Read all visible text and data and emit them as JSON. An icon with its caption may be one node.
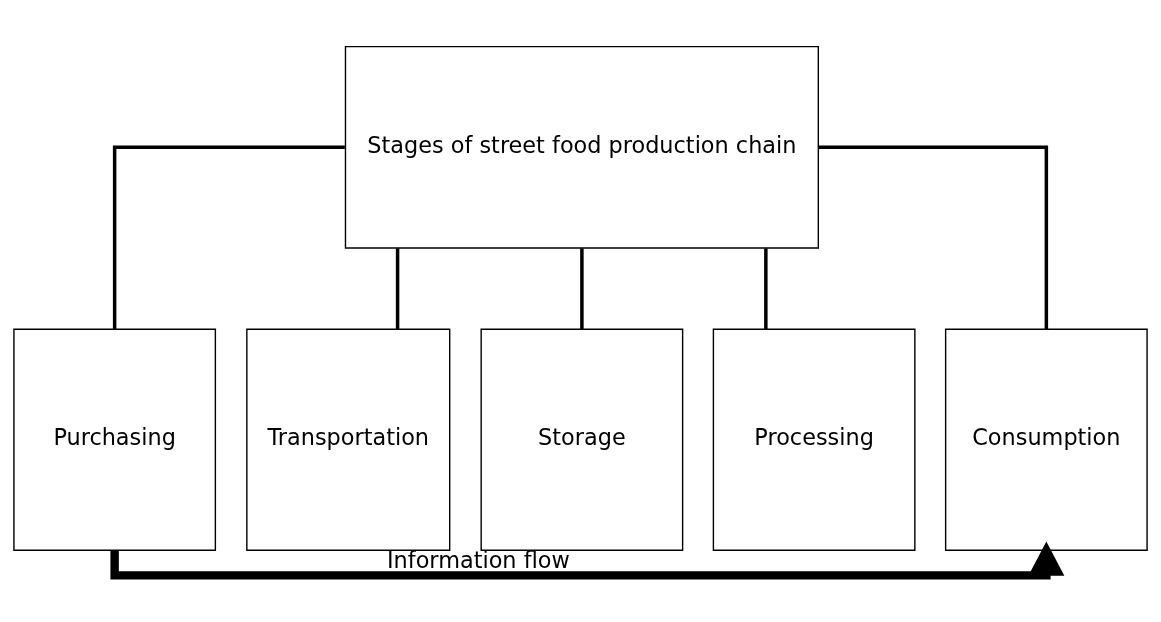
{
  "diagram": {
    "nodes": [
      {
        "text": [
          "Stages of street food production chain"
        ]
      },
      {
        "text": [
          "Purchasing"
        ]
      },
      {
        "text": [
          "Transportation"
        ]
      },
      {
        "text": [
          "Storage"
        ]
      },
      {
        "text": [
          "Processing"
        ]
      },
      {
        "text": [
          "Consumption"
        ]
      }
    ],
    "edges": [
      {
        "from": 0,
        "to": 1,
        "arrow": "none"
      },
      {
        "from": 0,
        "to": 2,
        "arrow": "none"
      },
      {
        "from": 0,
        "to": 3,
        "arrow": "none"
      },
      {
        "from": 0,
        "to": 4,
        "arrow": "none"
      },
      {
        "from": 0,
        "to": 5,
        "arrow": "none"
      },
      {
        "from": 1,
        "to": 5,
        "arrow": "to",
        "label": "Information flow",
        "style": "thick"
      }
    ]
  }
}
